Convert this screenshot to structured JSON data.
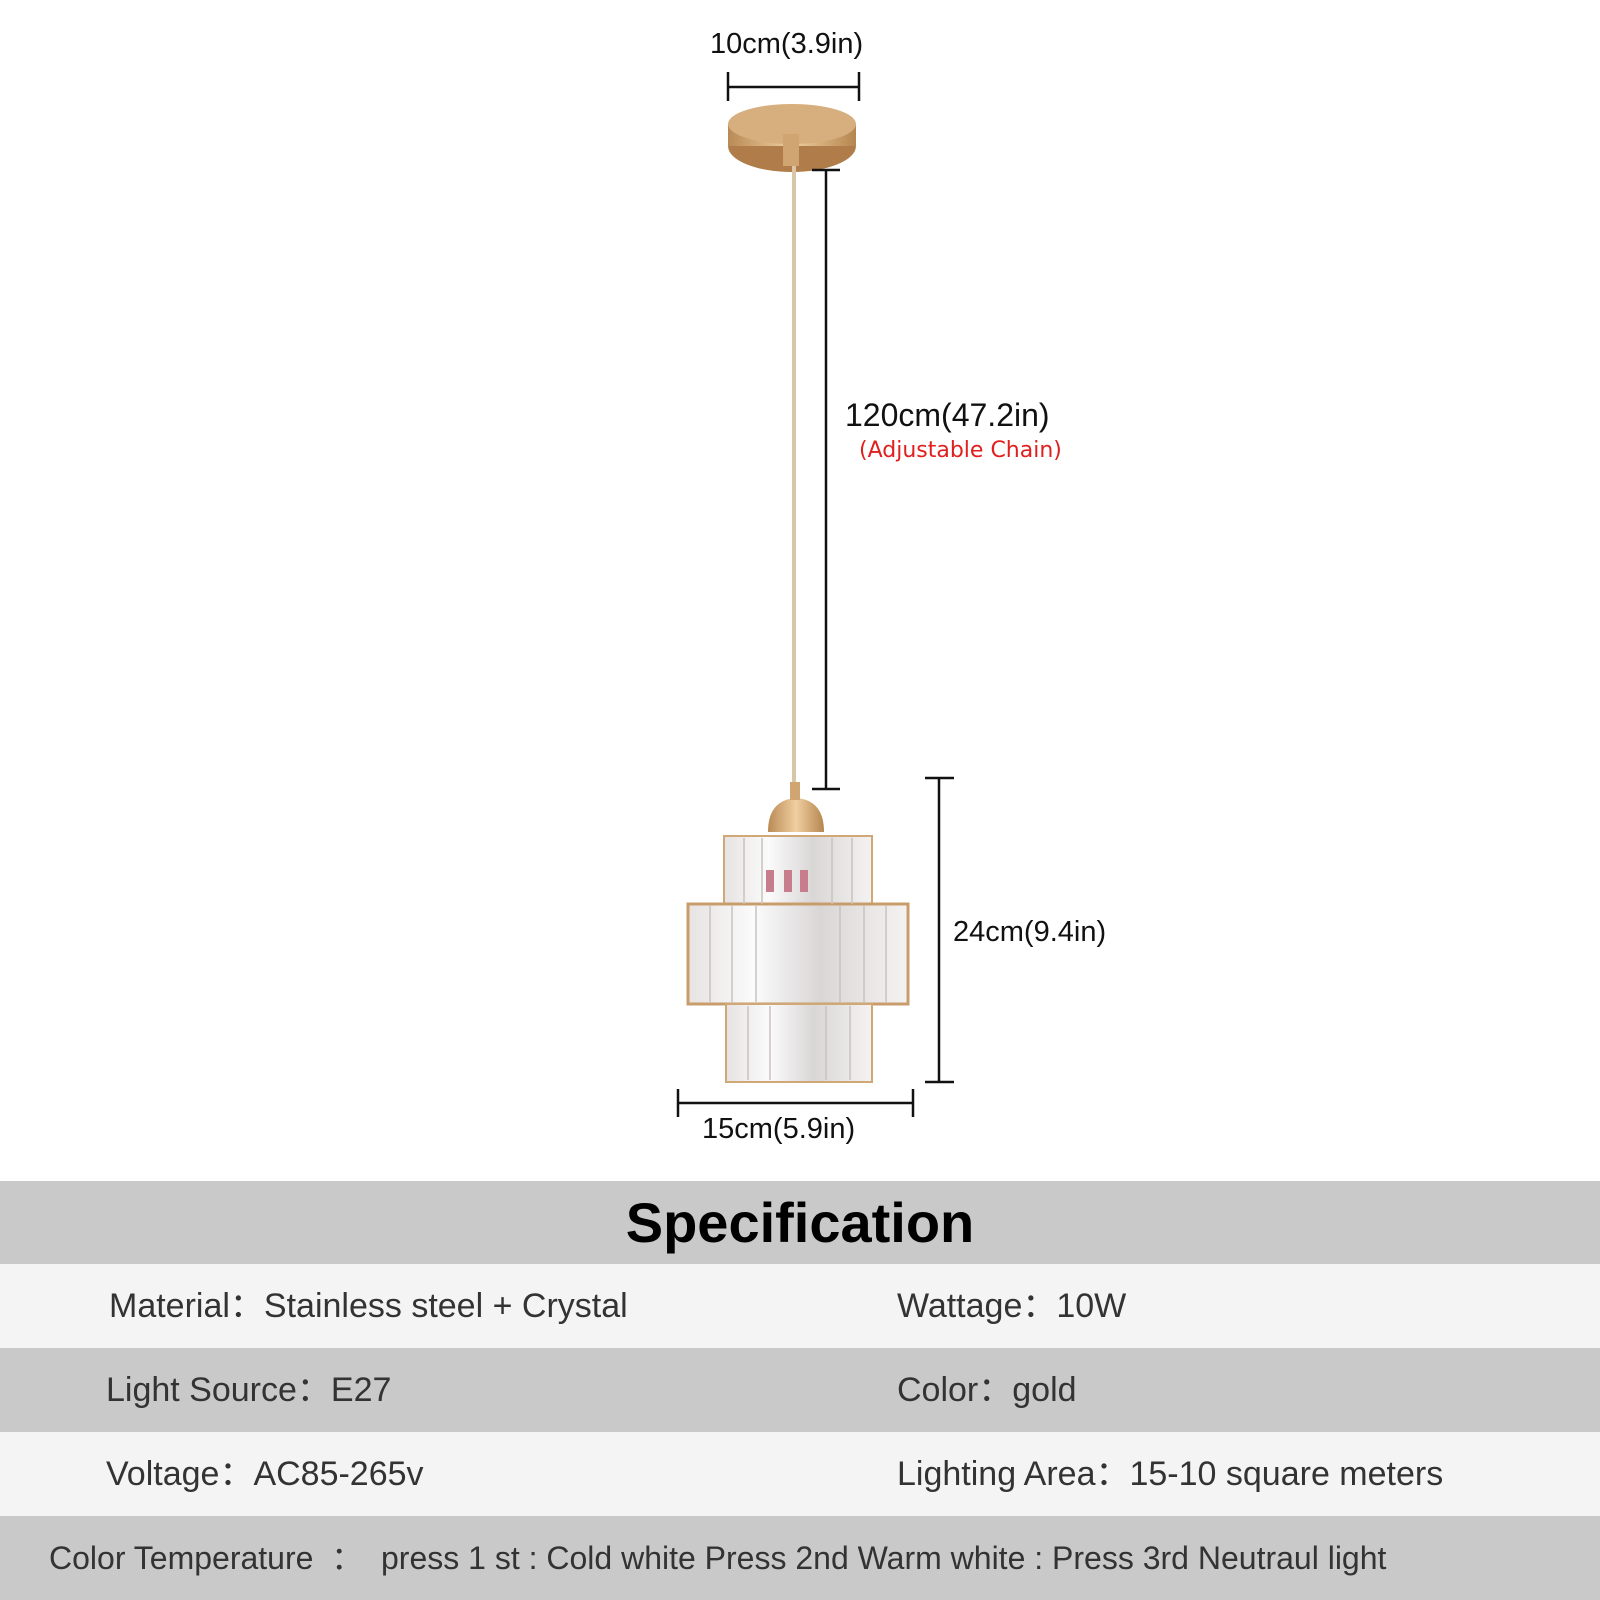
{
  "dimensions": {
    "canopy_width": "10cm(3.9in)",
    "cord_length": "120cm(47.2in)",
    "cord_note": "(Adjustable Chain)",
    "shade_height": "24cm(9.4in)",
    "shade_width": "15cm(5.9in)"
  },
  "colors": {
    "note_red": "#e0201e",
    "band_gray": "#c9c9c9",
    "band_light": "#f4f4f4",
    "gold": "#c9a06a"
  },
  "specification": {
    "title": "Specification",
    "rows": [
      {
        "left": "Material：Stainless steel + Crystal",
        "right": "Wattage：10W"
      },
      {
        "left": "Light Source：E27",
        "right": "Color：gold"
      },
      {
        "left": "Voltage：AC85-265v",
        "right": "Lighting Area：15-10 square meters"
      }
    ],
    "color_temperature": "Color Temperature  ：  press 1 st : Cold white Press 2nd Warm white : Press 3rd Neutraul light"
  }
}
